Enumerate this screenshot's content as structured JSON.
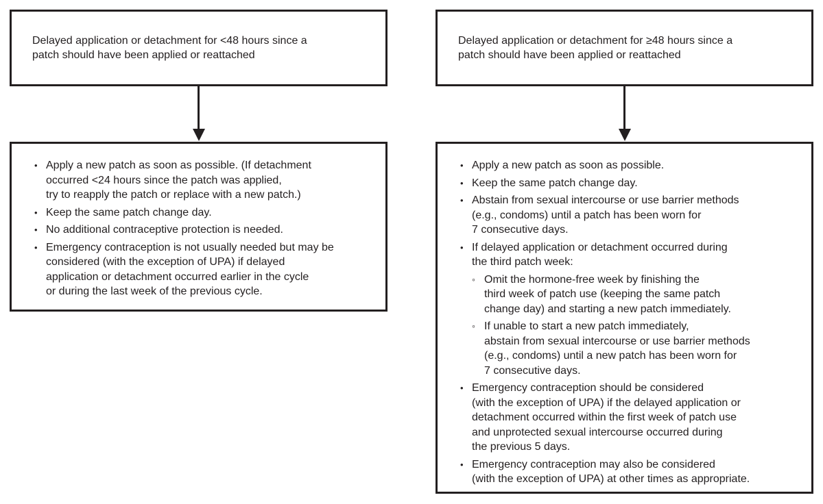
{
  "page": {
    "background": "#ffffff",
    "text_color": "#231f20",
    "border_color": "#231f20"
  },
  "columns": [
    {
      "header": "Delayed application or detachment for <48 hours since a\npatch should have been applied or reattached",
      "items": [
        {
          "marker": "•",
          "text": "Apply a new patch as soon as possible. (If detachment\noccurred <24 hours since the patch was applied,\ntry to reapply the patch or replace with a new patch.)"
        },
        {
          "marker": "•",
          "text": "Keep the same patch change day."
        },
        {
          "marker": "•",
          "text": "No additional contraceptive protection is needed."
        },
        {
          "marker": "•",
          "text": "Emergency contraception is not usually needed but may be\nconsidered (with the exception of UPA) if delayed\napplication or detachment occurred earlier in the cycle\nor during the last week of the previous cycle."
        }
      ]
    },
    {
      "header": "Delayed application or detachment for ≥48 hours since a\npatch should have been applied or reattached",
      "items": [
        {
          "marker": "•",
          "text": "Apply a new patch as soon as possible."
        },
        {
          "marker": "•",
          "text": "Keep the same patch change day."
        },
        {
          "marker": "•",
          "text": "Abstain from sexual intercourse or use barrier methods\n(e.g., condoms) until a patch has been worn for\n7 consecutive days."
        },
        {
          "marker": "•",
          "text": "If delayed application or detachment occurred during\nthe third patch week:"
        },
        {
          "marker": "◦",
          "text": "Omit the hormone-free week by finishing the\nthird week of patch use (keeping the same patch\nchange day) and starting a new patch immediately."
        },
        {
          "marker": "◦",
          "text": "If unable to start a new patch immediately,\nabstain from sexual intercourse or use barrier methods\n(e.g., condoms) until a new patch has been worn for\n7 consecutive days."
        },
        {
          "marker": "•",
          "text": "Emergency contraception should be considered\n(with the exception of UPA) if the delayed application or\ndetachment occurred within the first week of patch use\nand unprotected sexual intercourse occurred during\nthe previous 5 days."
        },
        {
          "marker": "•",
          "text": "Emergency contraception may also be considered\n(with the exception of UPA) at other times as appropriate."
        }
      ]
    }
  ]
}
